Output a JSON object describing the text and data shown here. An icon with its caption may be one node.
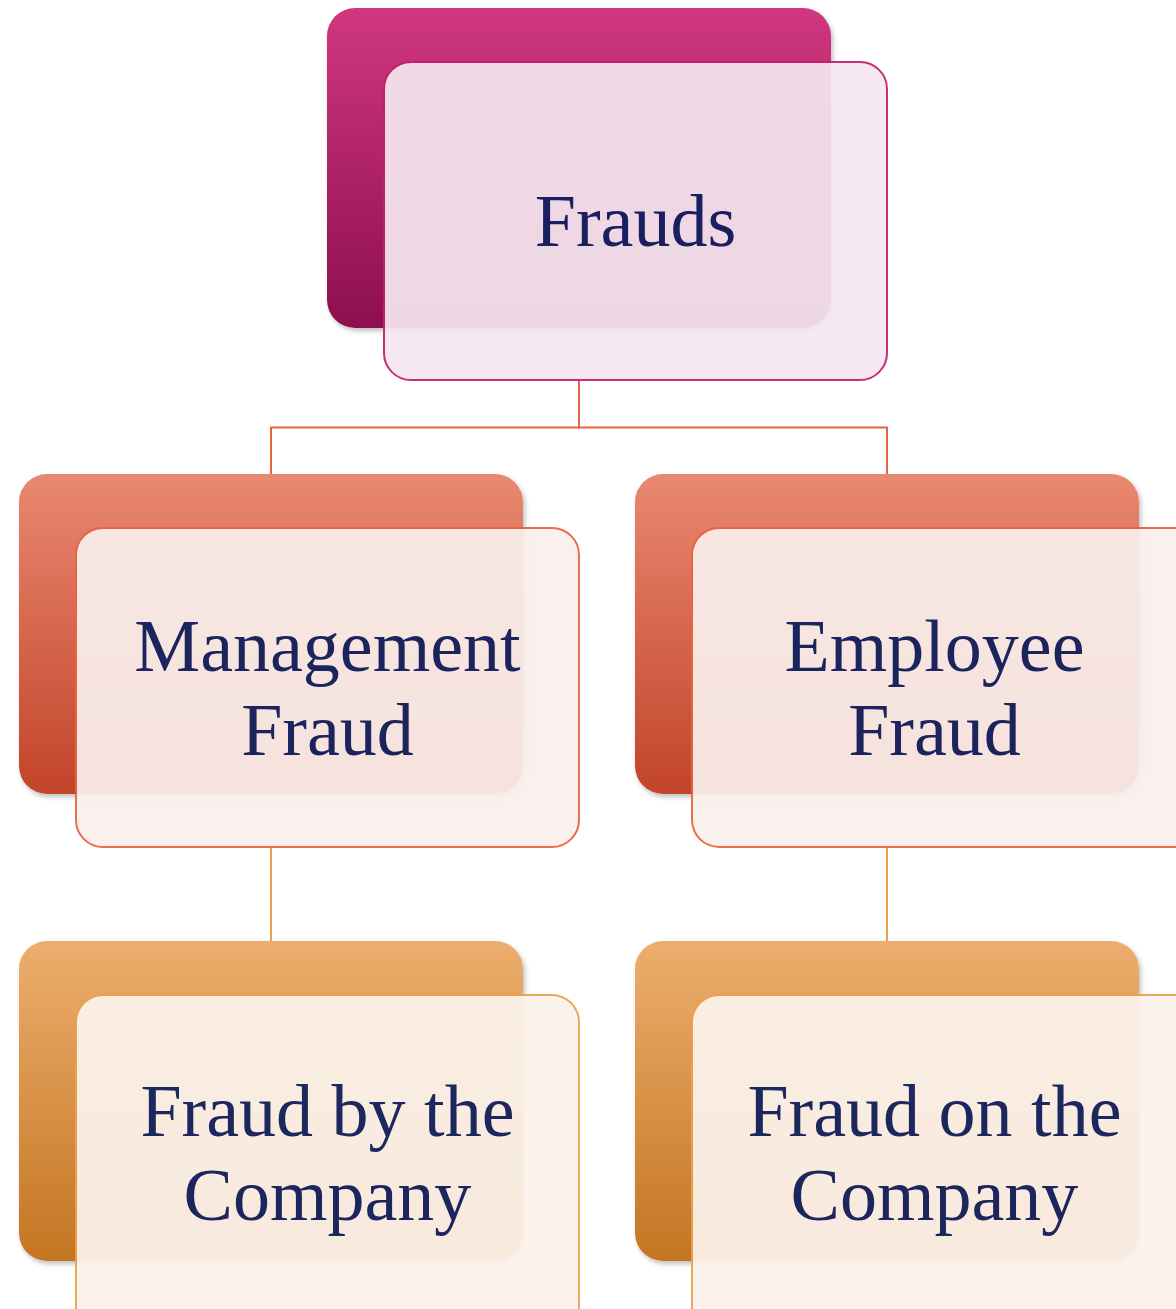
{
  "diagram": {
    "nodes": [
      {
        "text": [
          "Frauds"
        ]
      },
      {
        "text": [
          "Management Fraud"
        ]
      },
      {
        "text": [
          "Employee Fraud"
        ]
      },
      {
        "text": [
          "Fraud by the Company"
        ]
      },
      {
        "text": [
          "Fraud on the Company"
        ]
      }
    ],
    "edges": [
      {
        "from": 0,
        "to": 1,
        "arrow": "none"
      },
      {
        "from": 0,
        "to": 2,
        "arrow": "none"
      },
      {
        "from": 1,
        "to": 3,
        "arrow": "none",
        "color": "#eca04e"
      },
      {
        "from": 2,
        "to": 4,
        "arrow": "none",
        "color": "#eca04e"
      }
    ]
  }
}
